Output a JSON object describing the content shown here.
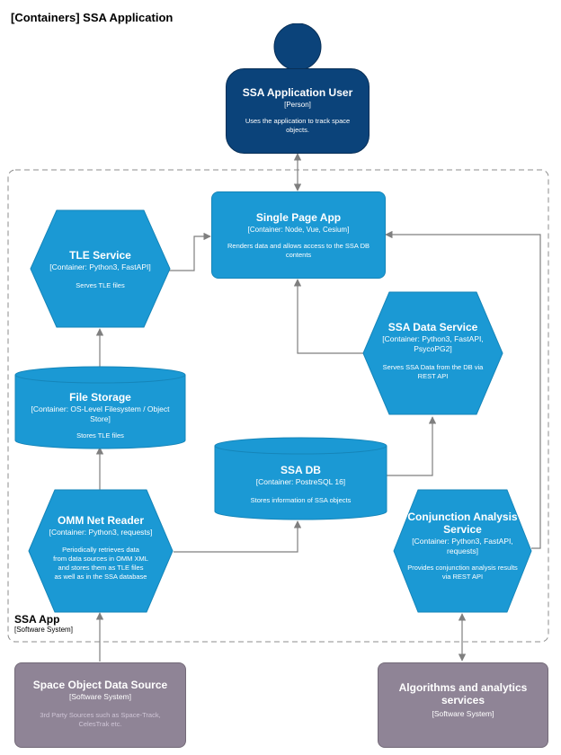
{
  "title": "[Containers] SSA Application",
  "boundary": {
    "name": "SSA App",
    "type": "[Software System]"
  },
  "colors": {
    "container": "#1b99d4",
    "person": "#0b437a",
    "external": "#8f8496",
    "line": "#7f7f7f"
  },
  "nodes": {
    "user": {
      "name": "SSA Application User",
      "tech": "[Person]",
      "desc": "Uses the application to track space objects."
    },
    "spa": {
      "name": "Single Page App",
      "tech": "[Container: Node, Vue, Cesium]",
      "desc": "Renders data and allows access to the SSA DB contents"
    },
    "tle": {
      "name": "TLE Service",
      "tech": "[Container: Python3, FastAPI]",
      "desc": "Serves TLE files"
    },
    "filestorage": {
      "name": "File Storage",
      "tech": "[Container: OS-Level Filesystem / Object Store]",
      "desc": "Stores TLE files"
    },
    "dataservice": {
      "name": "SSA Data Service",
      "tech": "[Container: Python3, FastAPI, PsycoPG2]",
      "desc": "Serves SSA Data from the DB via REST API"
    },
    "db": {
      "name": "SSA DB",
      "tech": "[Container: PostreSQL 16]",
      "desc": "Stores information of SSA objects"
    },
    "omm": {
      "name": "OMM Net Reader",
      "tech": "[Container: Python3, requests]",
      "desc": "Periodically retrieves data\nfrom data sources in OMM XML\nand stores them as TLE files\nas well as in the SSA database"
    },
    "conjunction": {
      "name": "Conjunction Analysis Service",
      "tech": "[Container: Python3, FastAPI, requests]",
      "desc": "Provides conjunction analysis results via REST API"
    },
    "source": {
      "name": "Space Object Data Source",
      "tech": "[Software System]",
      "desc": "3rd Party Sources such as Space-Track, CelesTrak etc."
    },
    "algorithms": {
      "name": "Algorithms and analytics services",
      "tech": "[Software System]",
      "desc": ""
    }
  }
}
